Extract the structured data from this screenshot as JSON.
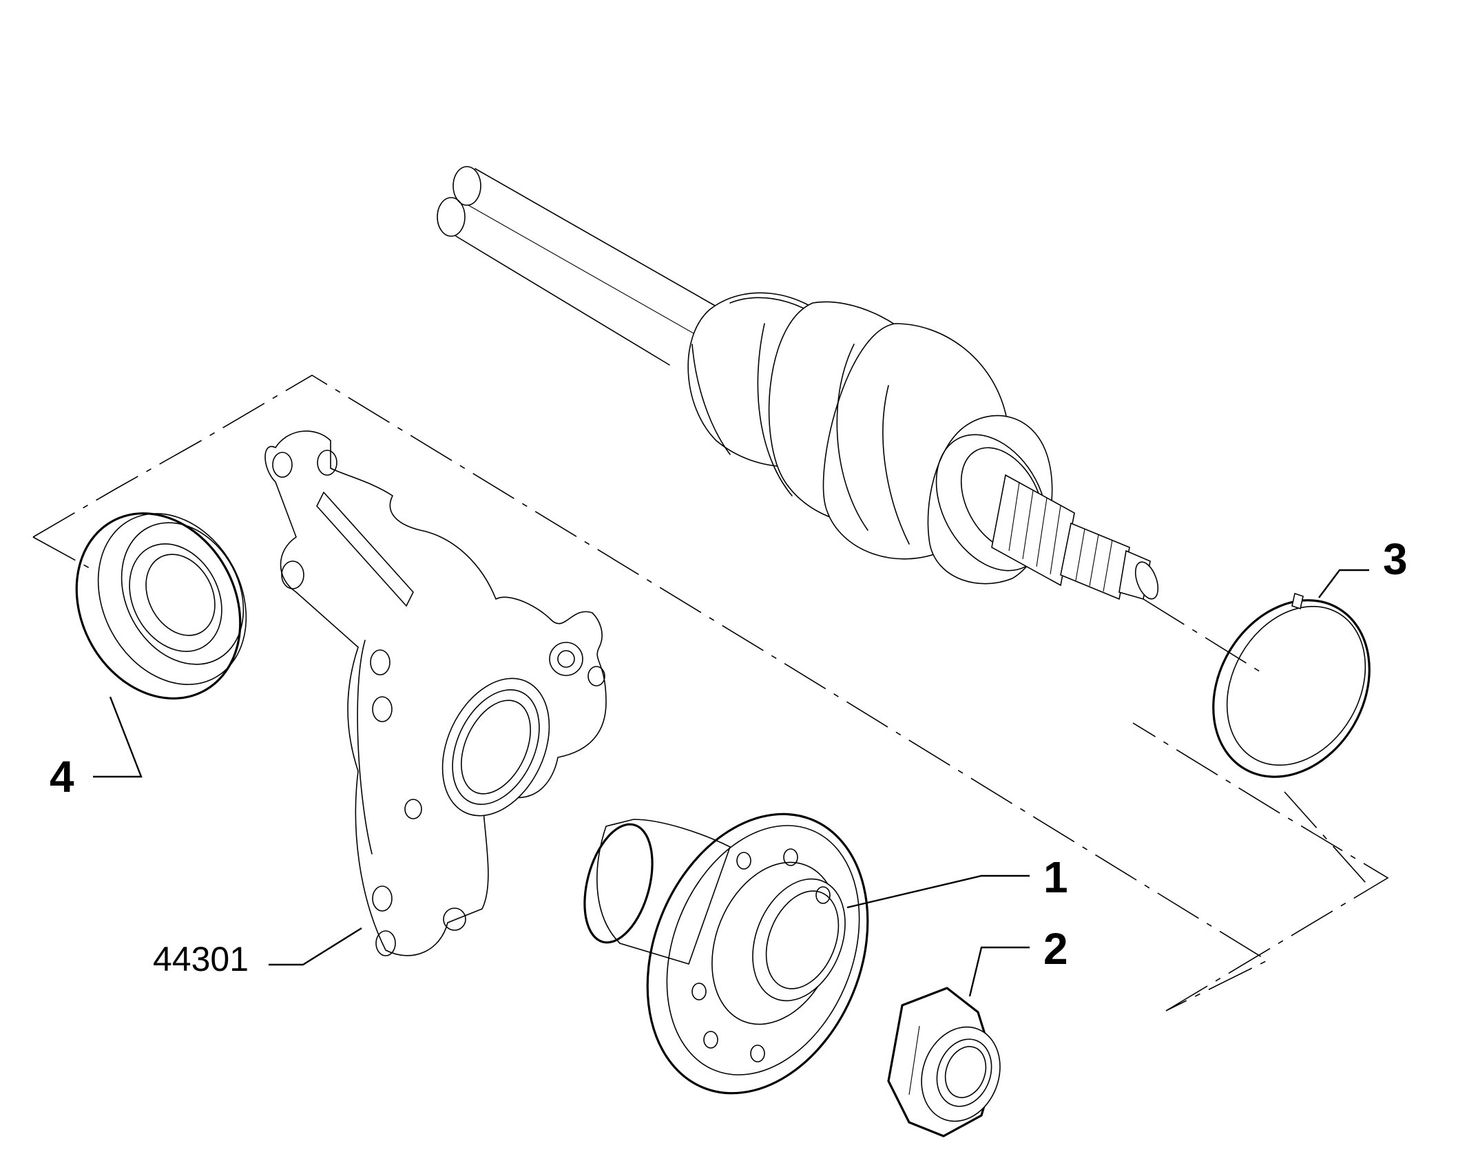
{
  "callouts": {
    "hub": "1",
    "nut": "2",
    "snap_ring": "3",
    "bearing": "4",
    "steering_knuckle": "44301"
  }
}
